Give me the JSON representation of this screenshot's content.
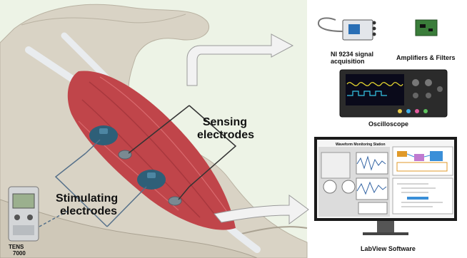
{
  "labels": {
    "sensing_line1": "Sensing",
    "sensing_line2": "electrodes",
    "stimulating_line1": "Stimulating",
    "stimulating_line2": "electrodes",
    "ni_line1": "NI 9234 signal",
    "ni_line2": "acquisition",
    "amplifiers": "Amplifiers & Filters",
    "oscilloscope": "Oscilloscope",
    "labview": "LabView Software",
    "tens_line1": "TENS",
    "tens_line2": "7000",
    "monitor_title": "Waveform Monitoring Station"
  },
  "colors": {
    "muscle": "#c0454a",
    "bone": "#d8d2c4",
    "electrode": "#2e5f78",
    "arrow_fill": "#f2f2f2",
    "arrow_stroke": "#9a9a9a"
  }
}
